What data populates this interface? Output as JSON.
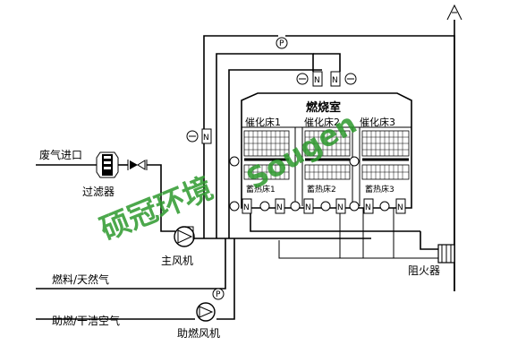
{
  "labels": {
    "waste_gas_inlet": "废气进口",
    "filter": "过滤器",
    "main_fan": "主风机",
    "fuel_gas": "燃料/天然气",
    "combustion_air": "助燃/干洁空气",
    "combustion_fan": "助燃风机",
    "flame_arrester": "阻火器",
    "combustion_chamber": "燃烧室",
    "catalyst_bed_1": "催化床1",
    "catalyst_bed_2": "催化床2",
    "catalyst_bed_3": "催化床3",
    "regen_bed_1": "蓄热床1",
    "regen_bed_2": "蓄热床2",
    "regen_bed_3": "蓄热床3"
  },
  "watermark": {
    "chinese": "硕冠环境",
    "latin": "Sougen"
  },
  "colors": {
    "line": "#000000",
    "watermark": "#2d9a2d"
  }
}
